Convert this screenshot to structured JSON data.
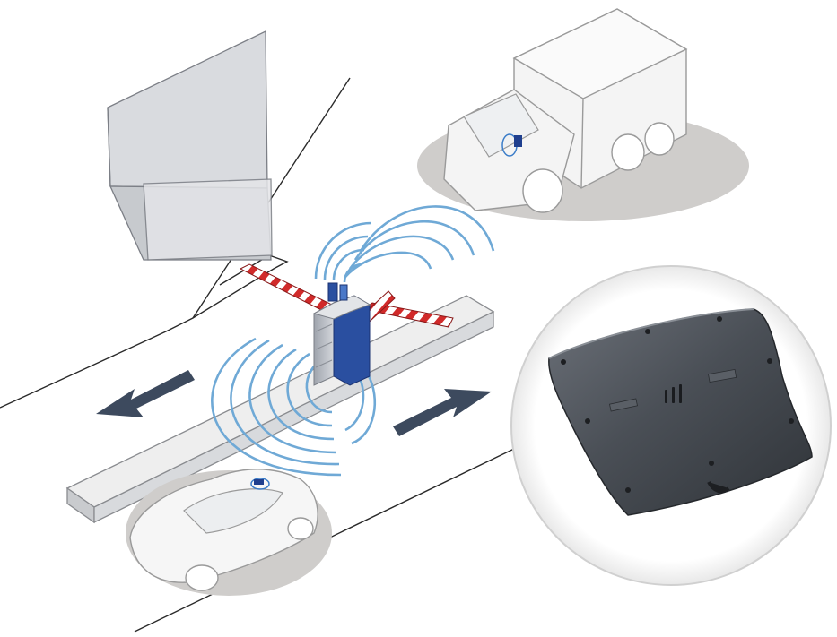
{
  "scene": {
    "kind": "rfid-vehicle-access-illustration",
    "colors": {
      "background": "#ffffff",
      "road_line": "#2a2a2a",
      "wave": "#6fa9d6",
      "arrow": "#3d4a5e",
      "barrier_red": "#d12a2a",
      "barrier_white": "#ffffff",
      "post_blue": "#2a4fa0",
      "post_gray": "#b8bcc4",
      "shadow": "#cfcdcb",
      "vehicle_fill": "#f4f4f4",
      "vehicle_stroke": "#9a9a9a",
      "reader_dark": "#3c4046"
    },
    "elements": {
      "wall": "wall",
      "island": "traffic-island",
      "post": "reader-post",
      "barrier_left": "barrier-arm",
      "barrier_right": "barrier-arm",
      "truck": "truck",
      "car": "car",
      "arrow_left": "arrow-left-icon",
      "arrow_right": "arrow-right-icon",
      "reader_panel": "uhf-reader"
    },
    "reader_label_left": "",
    "reader_label_right": ""
  }
}
